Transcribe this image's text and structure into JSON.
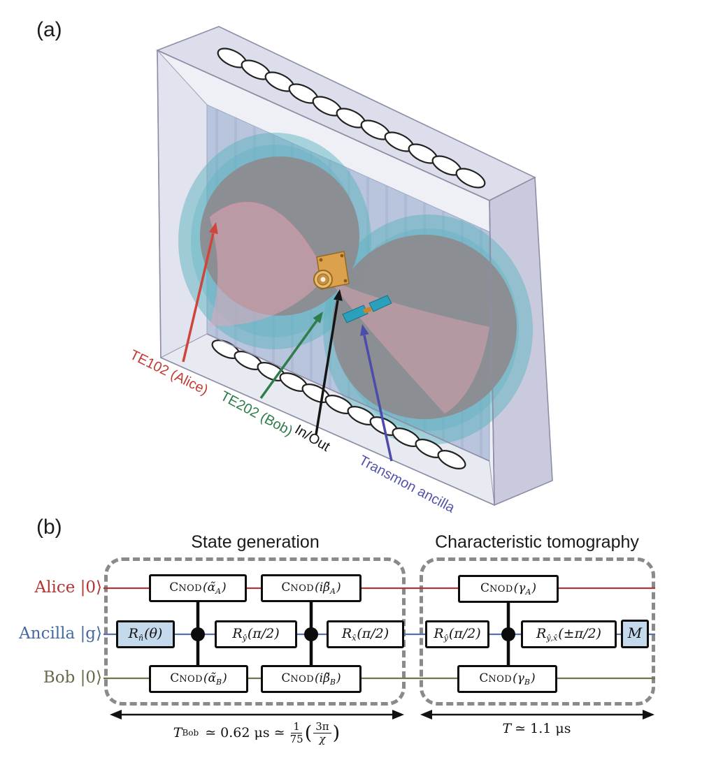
{
  "panel_a": {
    "label": "(a)",
    "description": "3D rendering of rectangular microwave cavity with two cavity modes, SMA coupler and transmon ancilla chip",
    "annotations": {
      "alice": {
        "text": "TE102 (Alice)",
        "color": "#c23b32"
      },
      "bob": {
        "text": "TE202 (Bob)",
        "color": "#2e7d4a"
      },
      "inout": {
        "text": "In/Out",
        "color": "#141414"
      },
      "transmon": {
        "text": "Transmon ancilla",
        "color": "#5353a9"
      }
    },
    "colors": {
      "box_face": "#eef0f6",
      "box_top": "#dcdeeb",
      "box_side": "#c9cadd",
      "inner_wall": "#b7c3db",
      "mode_gray": "#8c8c90",
      "mode_teal": "#5db3c0",
      "mode_pink": "#e7a6b8",
      "connector_copper": "#dba14c",
      "chip_teal": "#2ba0bc"
    }
  },
  "panel_b": {
    "label": "(b)",
    "titles": {
      "state_gen": "State generation",
      "tomo": "Characteristic tomography"
    },
    "wires": {
      "alice": {
        "name": "Alice ",
        "ket": "|0⟩",
        "color": "#b23434"
      },
      "ancilla": {
        "name": "Ancilla ",
        "ket": "|g⟩",
        "color": "#47699f"
      },
      "bob": {
        "name": "Bob ",
        "ket": "|0⟩",
        "color": "#68684a"
      }
    },
    "gates": {
      "cnod_aA": {
        "n1": "C",
        "n2": "NOD",
        "ap": "(α̃",
        "as": "A",
        "ax": ")"
      },
      "cnod_ibA": {
        "n1": "C",
        "n2": "NOD",
        "ap": "(iβ̃",
        "as": "A",
        "ax": ")"
      },
      "cnod_gA": {
        "n1": "C",
        "n2": "NOD",
        "ap": "(γ",
        "as": "A",
        "ax": ")"
      },
      "r_n": {
        "n1": "R",
        "ns": "n̂",
        "ap": "(θ)"
      },
      "r_y1": {
        "n1": "R",
        "ns": "ŷ",
        "ap": "(π/2)"
      },
      "r_x": {
        "n1": "R",
        "ns": "x̂",
        "ap": "(π/2)"
      },
      "r_y2": {
        "n1": "R",
        "ns": "ŷ",
        "ap": "(π/2)"
      },
      "r_yx": {
        "n1": "R",
        "ns": "ŷ,x̂",
        "ap": "(±π/2)"
      },
      "m": {
        "n1": "M"
      },
      "cnod_aB": {
        "n1": "C",
        "n2": "NOD",
        "ap": "(α̃",
        "as": "B",
        "ax": ")"
      },
      "cnod_ibB": {
        "n1": "C",
        "n2": "NOD",
        "ap": "(iβ̃",
        "as": "B",
        "ax": ")"
      },
      "cnod_gB": {
        "n1": "C",
        "n2": "NOD",
        "ap": "(γ",
        "as": "B",
        "ax": ")"
      }
    },
    "timing": {
      "left": {
        "t": "T",
        "tsub": "Bob",
        "mid": "≃ 0.62 μs ≃",
        "f1n": "1",
        "f1d": "75",
        "po": "(",
        "f2n": "3π",
        "f2d": "χ",
        "pc": ")"
      },
      "right": {
        "t": "T",
        "rest": " ≃ 1.1 μs"
      }
    },
    "style": {
      "gate_fill_highlight": "#c4d9ec",
      "dash_color": "#8a8a8a",
      "control_color": "#0c0c0c"
    }
  }
}
